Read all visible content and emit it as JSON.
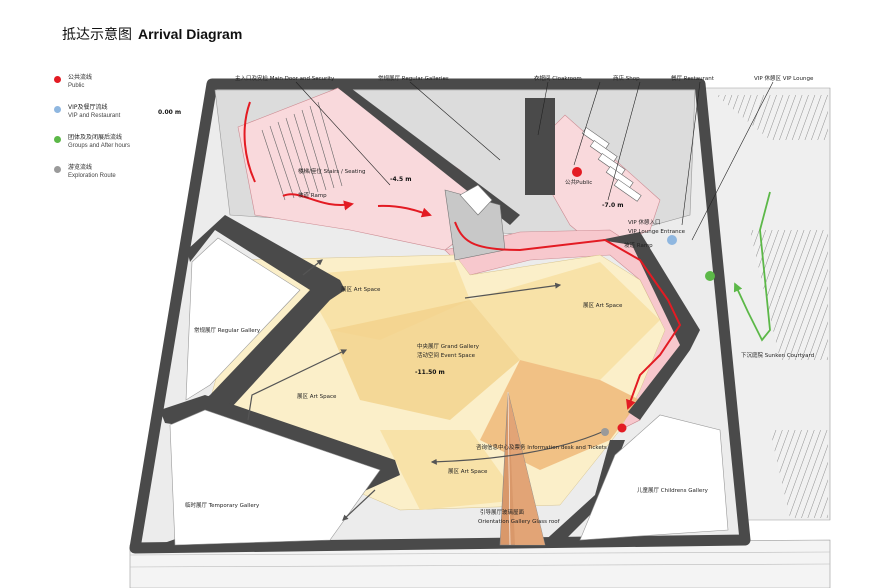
{
  "title": {
    "cn": "抵达示意图",
    "en": "Arrival Diagram"
  },
  "legend": [
    {
      "cn": "公共流线",
      "en": "Public",
      "color": "#e31b23"
    },
    {
      "cn": "VIP及餐厅流线",
      "en": "VIP and Restaurant",
      "color": "#8fb7e0"
    },
    {
      "cn": "团体及及闭展后流线",
      "en": "Groups and After hours",
      "color": "#5cb848"
    },
    {
      "cn": "游览流线",
      "en": "Exploration Route",
      "color": "#9a9a9a"
    }
  ],
  "callouts": {
    "main_door": "主入口及安检 Main Door and Security",
    "regular_galleries": "常规展厅 Regular Galleries",
    "cloakroom": "衣帽间 Cloakroom",
    "shop": "商店 Shop",
    "restaurant": "餐厅 Restaurant",
    "vip_lounge": "VIP 休憩区 VIP Lounge"
  },
  "levels": {
    "ground": "0.00 m",
    "stairs": "-4.5 m",
    "shop": "-7.0 m",
    "grand": "-11.50 m"
  },
  "labels": {
    "stairs": "楼梯/座位 Stairs / Seating",
    "ramp_upper": "坡道 Ramp",
    "public_marker": "公共Public",
    "vip_entrance_1": "VIP 休憩入口",
    "vip_entrance_2": "VIP Lounge Entrance",
    "ramp_right": "坡道 Ramp",
    "art_space_1": "展区 Art Space",
    "art_space_2": "展区 Art Space",
    "art_space_3": "展区 Art Space",
    "art_space_4": "展区 Art Space",
    "regular_gallery": "常规展厅 Regular Gallery",
    "grand_gallery": "中央展厅 Grand Gallery",
    "event_space": "活动空间 Event Space",
    "sunken_courtyard": "下沉庭院 Sunken Courtyard",
    "info_desk": "咨询信息中心及票务 Information desk and Tickets",
    "childrens_gallery": "儿童展厅 Childrens Gallery",
    "temporary_gallery": "临时展厅 Temporary Gallery",
    "orientation_1": "引导展厅玻璃屋面",
    "orientation_2": "Orientation Gallery Glass roof"
  }
}
